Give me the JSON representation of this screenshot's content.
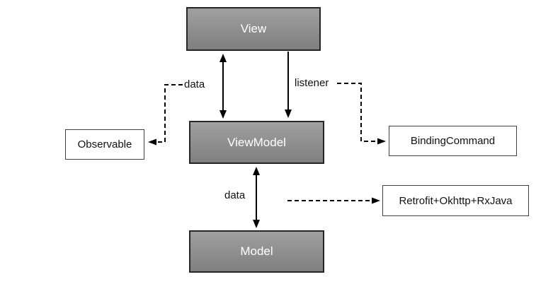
{
  "nodes": {
    "view": {
      "label": "View"
    },
    "view_model": {
      "label": "ViewModel"
    },
    "model": {
      "label": "Model"
    },
    "observable": {
      "label": "Observable"
    },
    "binding_command": {
      "label": "BindingCommand"
    },
    "network_stack": {
      "label": "Retrofit+Okhttp+RxJava"
    }
  },
  "edges": {
    "view_viewmodel_data": {
      "label": "data"
    },
    "view_viewmodel_listener": {
      "label": "listener"
    },
    "viewmodel_model_data": {
      "label": "data"
    }
  },
  "colors": {
    "node_fill_top": "#a0a0a0",
    "node_fill_bottom": "#7f7f7f",
    "node_border": "#262626",
    "plain_box_border": "#404040",
    "arrow": "#000000",
    "label_text": "#111111",
    "node_text": "#ffffff",
    "background": "#ffffff"
  }
}
